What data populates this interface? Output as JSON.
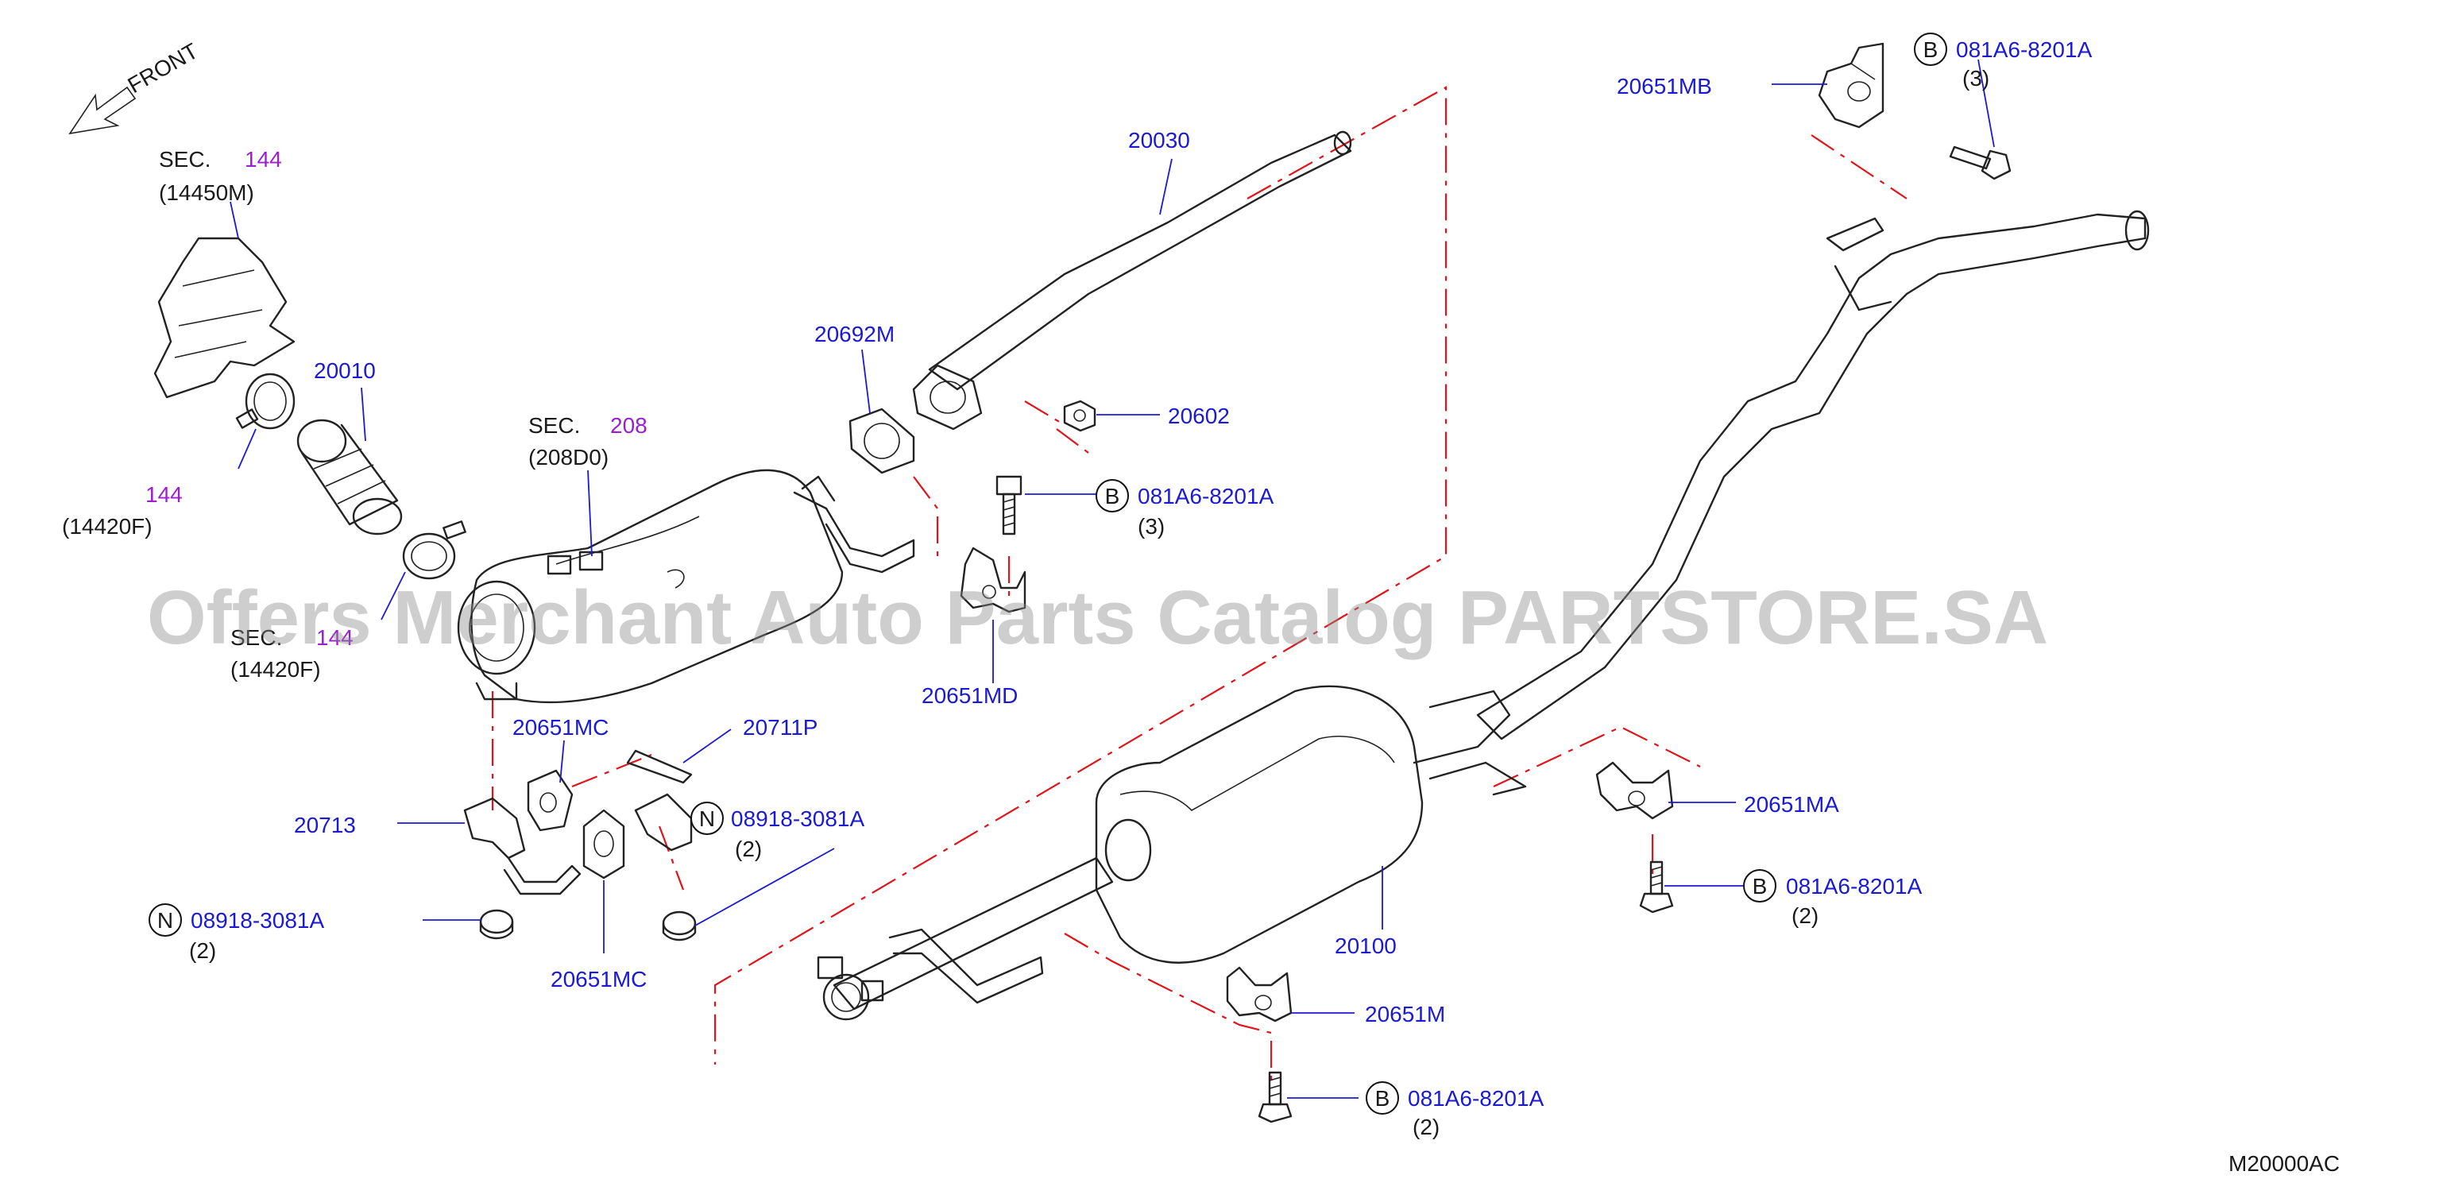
{
  "labels": {
    "front": "FRONT",
    "sec144_word": "SEC.",
    "sec144_num": "144",
    "sec144_code": "(14450M)",
    "p20010": "20010",
    "side144_num": "144",
    "side144_code": "(14420F)",
    "sec144b_word": "SEC.",
    "sec144b_num": "144",
    "sec144b_code": "(14420F)",
    "sec208_word": "SEC.",
    "sec208_num": "208",
    "sec208_code": "(208D0)",
    "p20030": "20030",
    "p20692m": "20692M",
    "p20602": "20602",
    "b_letter1": "B",
    "b_part1": "081A6-8201A",
    "b_qty1": "(3)",
    "p20651md": "20651MD",
    "p20651mc_top": "20651MC",
    "p20711p": "20711P",
    "p20713": "20713",
    "n_letter1": "N",
    "n_part1": "08918-3081A",
    "n_qty1": "(2)",
    "n_letter2": "N",
    "n_part2": "08918-3081A",
    "n_qty2": "(2)",
    "p20651mc_bot": "20651MC",
    "p20100": "20100",
    "p20651m": "20651M",
    "b_letter2": "B",
    "b_part2": "081A6-8201A",
    "b_qty2": "(2)",
    "p20651ma": "20651MA",
    "b_letter3": "B",
    "b_part3": "081A6-8201A",
    "b_qty3": "(2)",
    "p20651mb": "20651MB",
    "b_letter4": "B",
    "b_part4": "081A6-8201A",
    "b_qty4": "(3)",
    "diagram_code": "M20000AC"
  },
  "watermark": "Offers Merchant Auto Parts Catalog PARTSTORE.SA",
  "colors": {
    "part_number": "#1a1ad6",
    "section_number": "#9b1fd0",
    "text": "#1a1a1a",
    "phantom_line": "#e0141b",
    "watermark": "#8c8c8c"
  }
}
